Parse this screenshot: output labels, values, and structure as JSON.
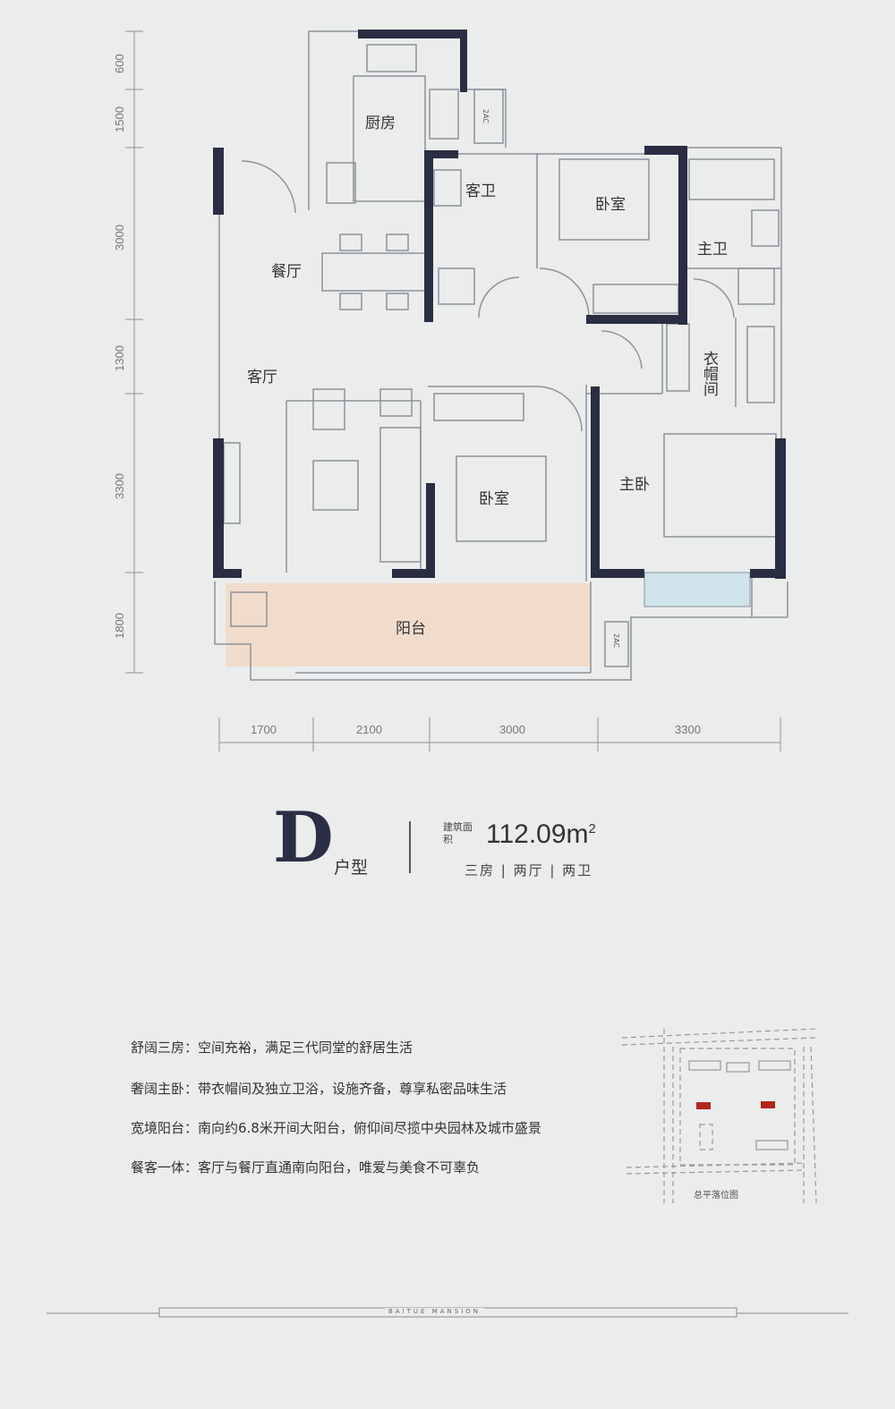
{
  "plan": {
    "rooms": {
      "kitchen": "厨房",
      "guest_bath": "客卫",
      "bedroom_north": "卧室",
      "master_bath": "主卫",
      "dining": "餐厅",
      "walk_in_closet": "衣帽间",
      "living": "客厅",
      "bedroom_south": "卧室",
      "master_bedroom": "主卧",
      "balcony": "阳台"
    },
    "ac_label": "2AC",
    "dims_vertical": [
      "600",
      "1500",
      "3000",
      "1300",
      "3300",
      "1800"
    ],
    "dims_horizontal": [
      "1700",
      "2100",
      "3000",
      "3300"
    ],
    "colors": {
      "wall": "#2a2e43",
      "balcony": "#f1dccb",
      "window": "#cfe3ea",
      "line": "#8d9299"
    }
  },
  "title": {
    "letter": "D",
    "suffix": "户型",
    "area_label": "建筑面积",
    "area_value": "112.09m",
    "area_unit_sup": "2",
    "summary": "三房 | 两厅 | 两卫"
  },
  "features": [
    "舒阔三房：空间充裕，满足三代同堂的舒居生活",
    "奢阔主卧：带衣帽间及独立卫浴，设施齐备，尊享私密品味生活",
    "宽境阳台：南向约6.8米开间大阳台，俯仰间尽揽中央园林及城市盛景",
    "餐客一体：客厅与餐厅直通南向阳台，唯爱与美食不可辜负"
  ],
  "sitemap": {
    "caption": "总平落位图",
    "highlight": "#b0271f"
  },
  "footer": {
    "brand": "BAITUE MANSION"
  }
}
